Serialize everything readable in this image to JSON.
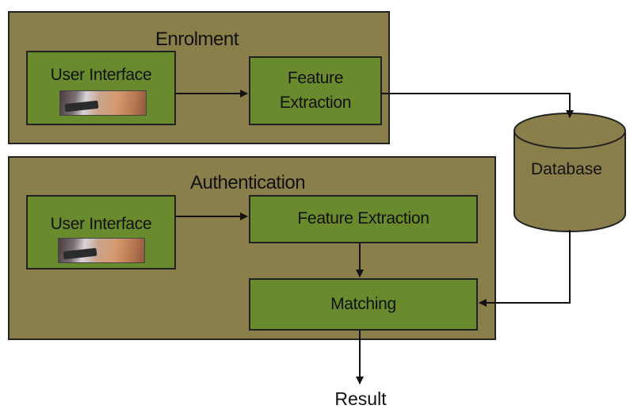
{
  "enrolment": {
    "title": "Enrolment",
    "user_interface": "User Interface",
    "feature_extraction": "Feature\nExtraction"
  },
  "authentication": {
    "title": "Authentication",
    "user_interface": "User Interface",
    "feature_extraction": "Feature Extraction",
    "matching": "Matching"
  },
  "database": {
    "label": "Database"
  },
  "result": {
    "label": "Result"
  },
  "colors": {
    "panel": "#8a7f4b",
    "box": "#6a8a2e",
    "database": "#8a7f4b"
  }
}
